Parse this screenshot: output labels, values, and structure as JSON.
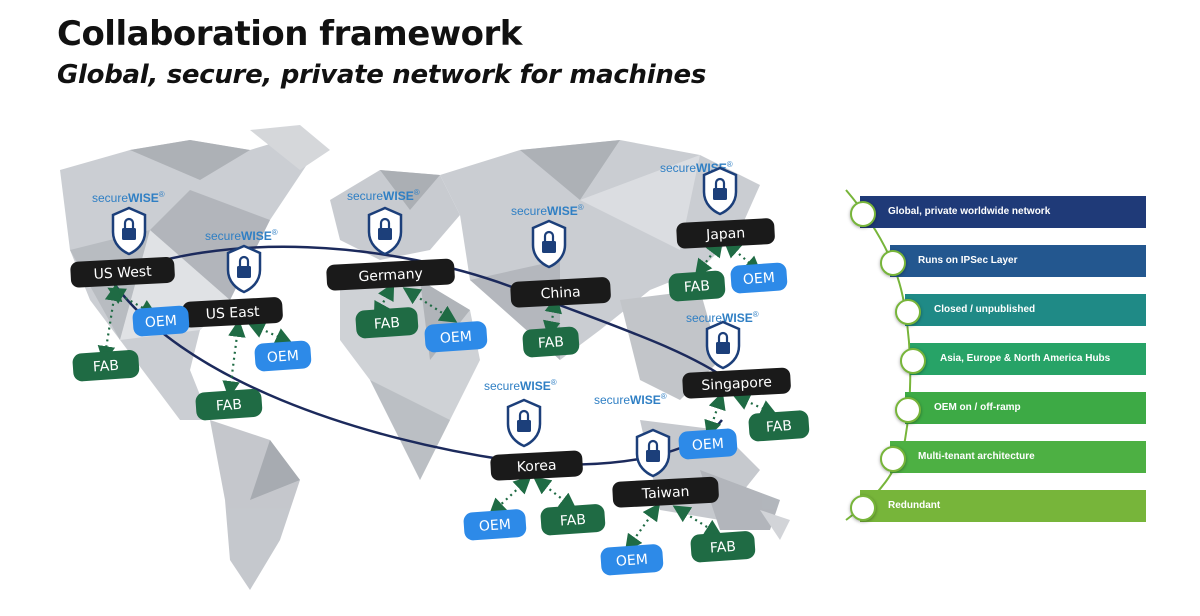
{
  "header": {
    "title": "Collaboration framework",
    "subtitle": "Global, secure, private network for machines"
  },
  "brand": {
    "prefix": "secure",
    "suffix": "WISE",
    "mark": "®"
  },
  "hubs": [
    {
      "label": "US West"
    },
    {
      "label": "US East"
    },
    {
      "label": "Germany"
    },
    {
      "label": "China"
    },
    {
      "label": "Japan"
    },
    {
      "label": "Singapore"
    },
    {
      "label": "Korea"
    },
    {
      "label": "Taiwan"
    }
  ],
  "endpoints": {
    "fab": "FAB",
    "oem": "OEM"
  },
  "features": [
    {
      "label": "Global, private worldwide network",
      "color": "#1f3a78"
    },
    {
      "label": "Runs on IPSec Layer",
      "color": "#23578f"
    },
    {
      "label": "Closed / unpublished",
      "color": "#1f8a86"
    },
    {
      "label": "Asia, Europe & North America Hubs",
      "color": "#27a367"
    },
    {
      "label": "OEM on / off-ramp",
      "color": "#3daa45"
    },
    {
      "label": "Multi-tenant architecture",
      "color": "#4db043"
    },
    {
      "label": "Redundant",
      "color": "#77b53a"
    }
  ],
  "colors": {
    "hub": "#1a1a1a",
    "fab": "#1f6b44",
    "oem": "#2d8ae8",
    "route": "#1c2a5c",
    "link": "#1f6b44"
  }
}
